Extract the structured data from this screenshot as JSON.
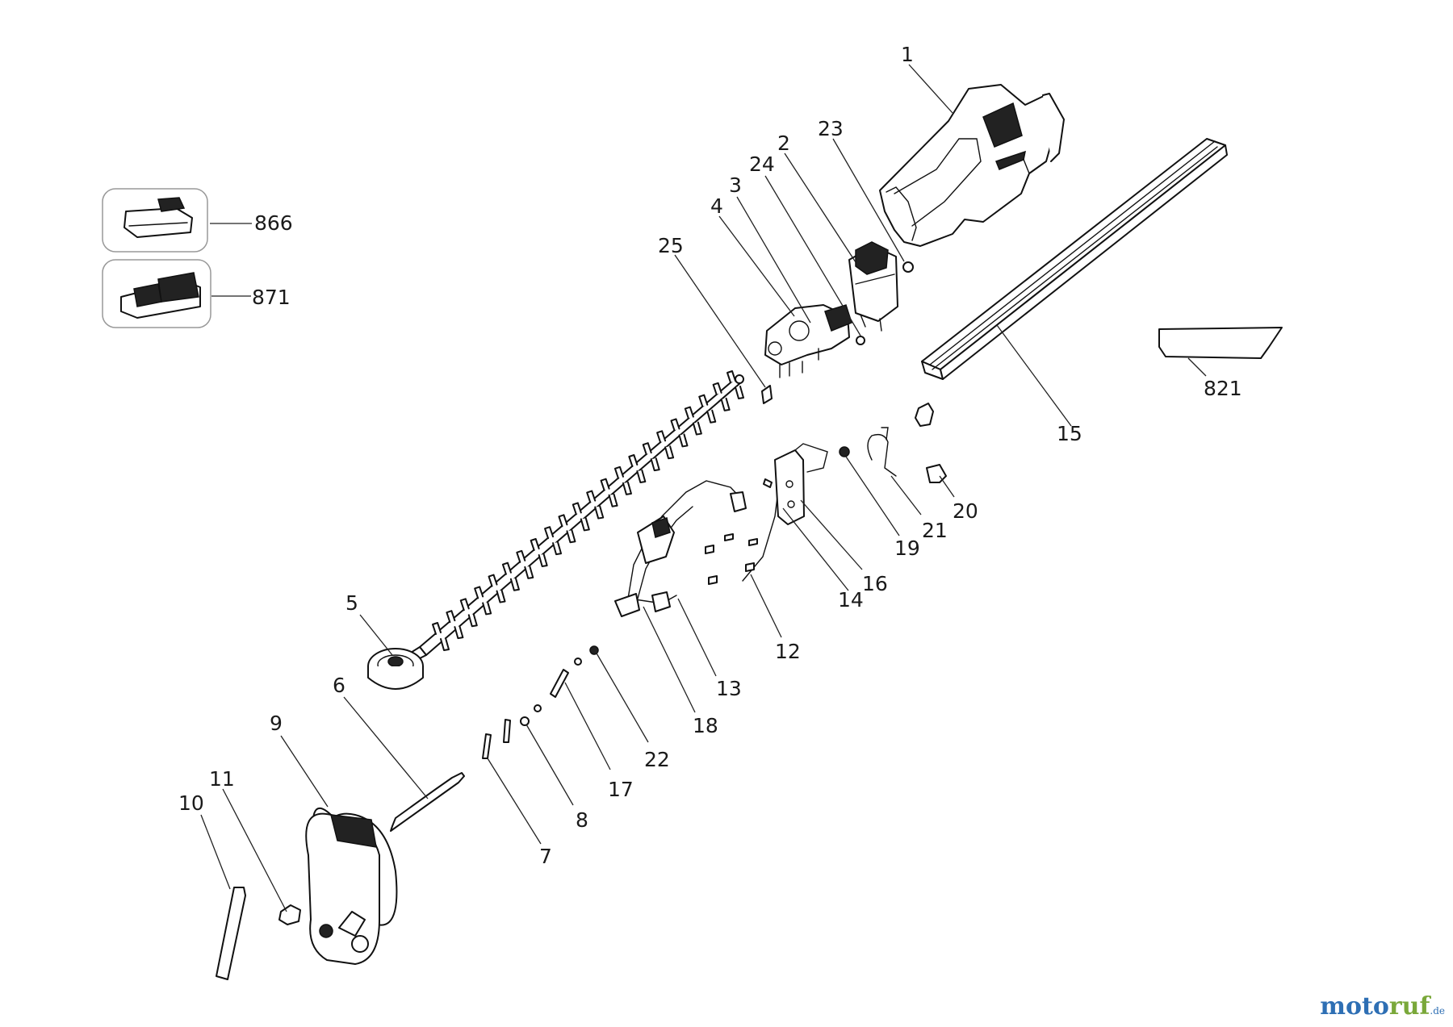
{
  "callouts": [
    {
      "id": "1",
      "label": "1"
    },
    {
      "id": "2",
      "label": "2"
    },
    {
      "id": "3",
      "label": "3"
    },
    {
      "id": "4",
      "label": "4"
    },
    {
      "id": "5",
      "label": "5"
    },
    {
      "id": "6",
      "label": "6"
    },
    {
      "id": "7",
      "label": "7"
    },
    {
      "id": "8",
      "label": "8"
    },
    {
      "id": "9",
      "label": "9"
    },
    {
      "id": "10",
      "label": "10"
    },
    {
      "id": "11",
      "label": "11"
    },
    {
      "id": "12",
      "label": "12"
    },
    {
      "id": "13",
      "label": "13"
    },
    {
      "id": "14",
      "label": "14"
    },
    {
      "id": "15",
      "label": "15"
    },
    {
      "id": "16",
      "label": "16"
    },
    {
      "id": "17",
      "label": "17"
    },
    {
      "id": "18",
      "label": "18"
    },
    {
      "id": "19",
      "label": "19"
    },
    {
      "id": "20",
      "label": "20"
    },
    {
      "id": "21",
      "label": "21"
    },
    {
      "id": "22",
      "label": "22"
    },
    {
      "id": "23",
      "label": "23"
    },
    {
      "id": "24",
      "label": "24"
    },
    {
      "id": "25",
      "label": "25"
    },
    {
      "id": "866",
      "label": "866"
    },
    {
      "id": "871",
      "label": "871"
    },
    {
      "id": "821",
      "label": "821"
    }
  ],
  "watermark": {
    "part1": "moto",
    "part2": "ruf",
    "suffix": ".de"
  },
  "colors": {
    "line": "#111111",
    "watermark_blue": "#2e6fb4",
    "watermark_green": "#7aa83a"
  },
  "icons": [
    "battery-pack-icon",
    "charger-icon",
    "blade-guard-icon",
    "motor-housing-icon",
    "hedge-blade-icon",
    "front-handle-icon"
  ]
}
